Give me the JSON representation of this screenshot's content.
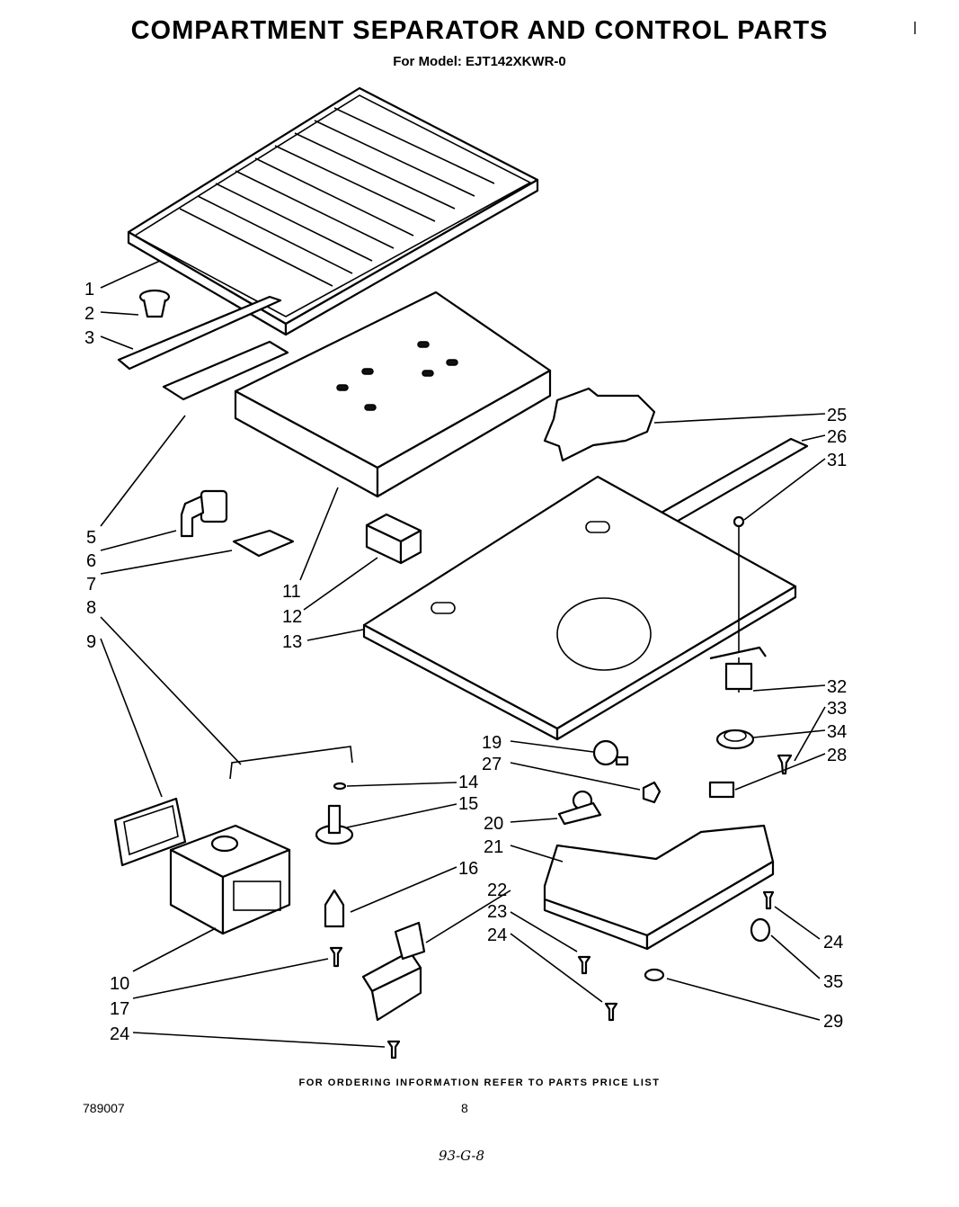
{
  "header": {
    "title": "COMPARTMENT SEPARATOR AND CONTROL PARTS",
    "model_line": "For Model: EJT142XKWR-0"
  },
  "footer": {
    "ordering_note": "FOR ORDERING INFORMATION REFER TO PARTS PRICE LIST",
    "doc_number": "789007",
    "page_number": "8",
    "handwritten_note": "93-G-8"
  },
  "callouts": [
    {
      "id": "c1",
      "label": "1"
    },
    {
      "id": "c2",
      "label": "2"
    },
    {
      "id": "c3",
      "label": "3"
    },
    {
      "id": "c5",
      "label": "5"
    },
    {
      "id": "c6",
      "label": "6"
    },
    {
      "id": "c7",
      "label": "7"
    },
    {
      "id": "c8",
      "label": "8"
    },
    {
      "id": "c9",
      "label": "9"
    },
    {
      "id": "c10",
      "label": "10"
    },
    {
      "id": "c11",
      "label": "11"
    },
    {
      "id": "c12",
      "label": "12"
    },
    {
      "id": "c13",
      "label": "13"
    },
    {
      "id": "c14",
      "label": "14"
    },
    {
      "id": "c15",
      "label": "15"
    },
    {
      "id": "c16",
      "label": "16"
    },
    {
      "id": "c17",
      "label": "17"
    },
    {
      "id": "c19",
      "label": "19"
    },
    {
      "id": "c20",
      "label": "20"
    },
    {
      "id": "c21",
      "label": "21"
    },
    {
      "id": "c22",
      "label": "22"
    },
    {
      "id": "c23",
      "label": "23"
    },
    {
      "id": "c24a",
      "label": "24"
    },
    {
      "id": "c24b",
      "label": "24"
    },
    {
      "id": "c24c",
      "label": "24"
    },
    {
      "id": "c25",
      "label": "25"
    },
    {
      "id": "c26",
      "label": "26"
    },
    {
      "id": "c27",
      "label": "27"
    },
    {
      "id": "c28",
      "label": "28"
    },
    {
      "id": "c29",
      "label": "29"
    },
    {
      "id": "c31",
      "label": "31"
    },
    {
      "id": "c32",
      "label": "32"
    },
    {
      "id": "c33",
      "label": "33"
    },
    {
      "id": "c34",
      "label": "34"
    },
    {
      "id": "c35",
      "label": "35"
    }
  ]
}
